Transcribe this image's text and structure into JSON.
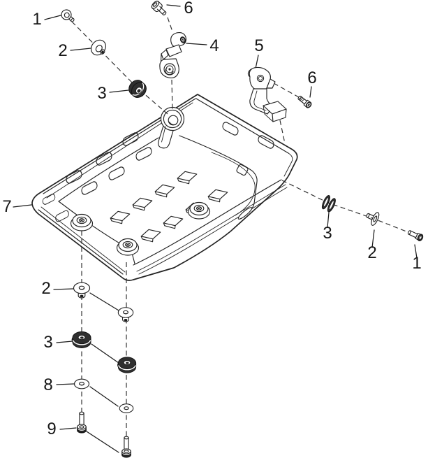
{
  "figure": {
    "background": "#ffffff",
    "line_color": "#232323",
    "dark_fill": "#2f2f2f",
    "callouts": [
      {
        "id": "upper-left-1",
        "text": "1"
      },
      {
        "id": "upper-left-2",
        "text": "2"
      },
      {
        "id": "upper-left-3",
        "text": "3"
      },
      {
        "id": "top-6",
        "text": "6"
      },
      {
        "id": "bracket-4",
        "text": "4"
      },
      {
        "id": "bracket-5",
        "text": "5"
      },
      {
        "id": "right-6",
        "text": "6"
      },
      {
        "id": "plate-7",
        "text": "7"
      },
      {
        "id": "right-3",
        "text": "3"
      },
      {
        "id": "right-2",
        "text": "2"
      },
      {
        "id": "right-1",
        "text": "1"
      },
      {
        "id": "bottom-2",
        "text": "2"
      },
      {
        "id": "bottom-3",
        "text": "3"
      },
      {
        "id": "bottom-8",
        "text": "8"
      },
      {
        "id": "bottom-9",
        "text": "9"
      }
    ]
  }
}
